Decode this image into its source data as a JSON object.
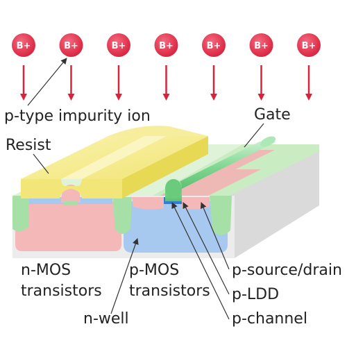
{
  "ion": {
    "symbol": "B+",
    "count": 7,
    "color": "#e5304e",
    "arrow_color": "#d9233d"
  },
  "labels": {
    "impurity_ion": "p-type impurity ion",
    "gate": "Gate",
    "resist": "Resist",
    "nmos_line1": "n-MOS",
    "nmos_line2": "transistors",
    "pmos_line1": "p-MOS",
    "pmos_line2": "transistors",
    "n_well": "n-well",
    "p_source_drain": "p-source/drain",
    "p_ldd": "p-LDD",
    "p_channel": "p-channel"
  },
  "colors": {
    "resist": "#f4ea86",
    "substrate": "#ededed",
    "substrate_side": "#d6d6d6",
    "p_region": "#f5b8b8",
    "n_well": "#a7c9ef",
    "isolation": "#a6e0a6",
    "gate": "#8fdc9c",
    "p_ldd": "#2f7fd6"
  }
}
